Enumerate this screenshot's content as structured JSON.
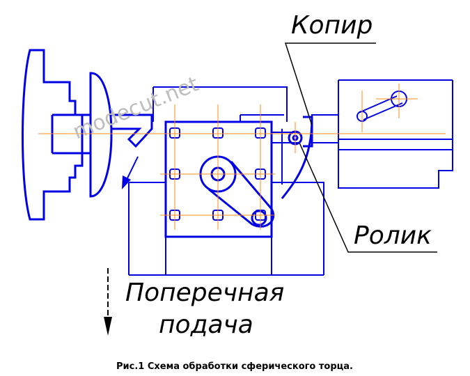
{
  "labels": {
    "copier": "Копир",
    "roller": "Ролик",
    "cross_feed_line1": "Поперечная",
    "cross_feed_line2": "подача"
  },
  "watermark": "modecut.net",
  "caption": "Рис.1 Схема обработки сферического торца.",
  "colors": {
    "outline": "#0000e6",
    "centerline": "#ff8c1a",
    "leader": "#000000",
    "watermark": "#bdbdbd"
  }
}
